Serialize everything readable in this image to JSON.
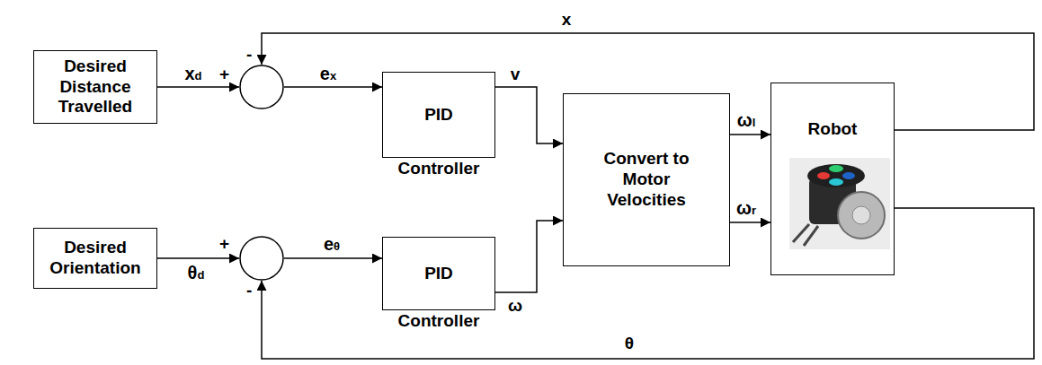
{
  "diagram": {
    "nodes": [
      {
        "text": [
          "Desired Distance Travelled"
        ]
      },
      {
        "text": [
          "+",
          "-"
        ]
      },
      {
        "text": [
          "PID",
          "Controller"
        ]
      },
      {
        "text": [
          "Desired Orientation"
        ]
      },
      {
        "text": [
          "+",
          "-"
        ]
      },
      {
        "text": [
          "PID",
          "Controller"
        ]
      },
      {
        "text": [
          "Convert to Motor Velocities"
        ]
      },
      {
        "text": [
          "Robot"
        ]
      }
    ],
    "edges": [
      {
        "from": 0,
        "to": 1,
        "arrow": "to",
        "label": "xd"
      },
      {
        "from": 1,
        "to": 2,
        "arrow": "to",
        "label": "ex"
      },
      {
        "from": 2,
        "to": 6,
        "arrow": "to",
        "label": "v"
      },
      {
        "from": 3,
        "to": 4,
        "arrow": "to",
        "label": "θd"
      },
      {
        "from": 4,
        "to": 5,
        "arrow": "to",
        "label": "eθ"
      },
      {
        "from": 5,
        "to": 6,
        "arrow": "to",
        "label": "ω"
      },
      {
        "from": 6,
        "to": 7,
        "arrow": "to",
        "label": "ωl"
      },
      {
        "from": 6,
        "to": 7,
        "arrow": "to",
        "label": "ωr"
      },
      {
        "from": 7,
        "to": 1,
        "arrow": "to",
        "label": "x"
      },
      {
        "from": 7,
        "to": 4,
        "arrow": "to",
        "label": "θ"
      }
    ]
  }
}
